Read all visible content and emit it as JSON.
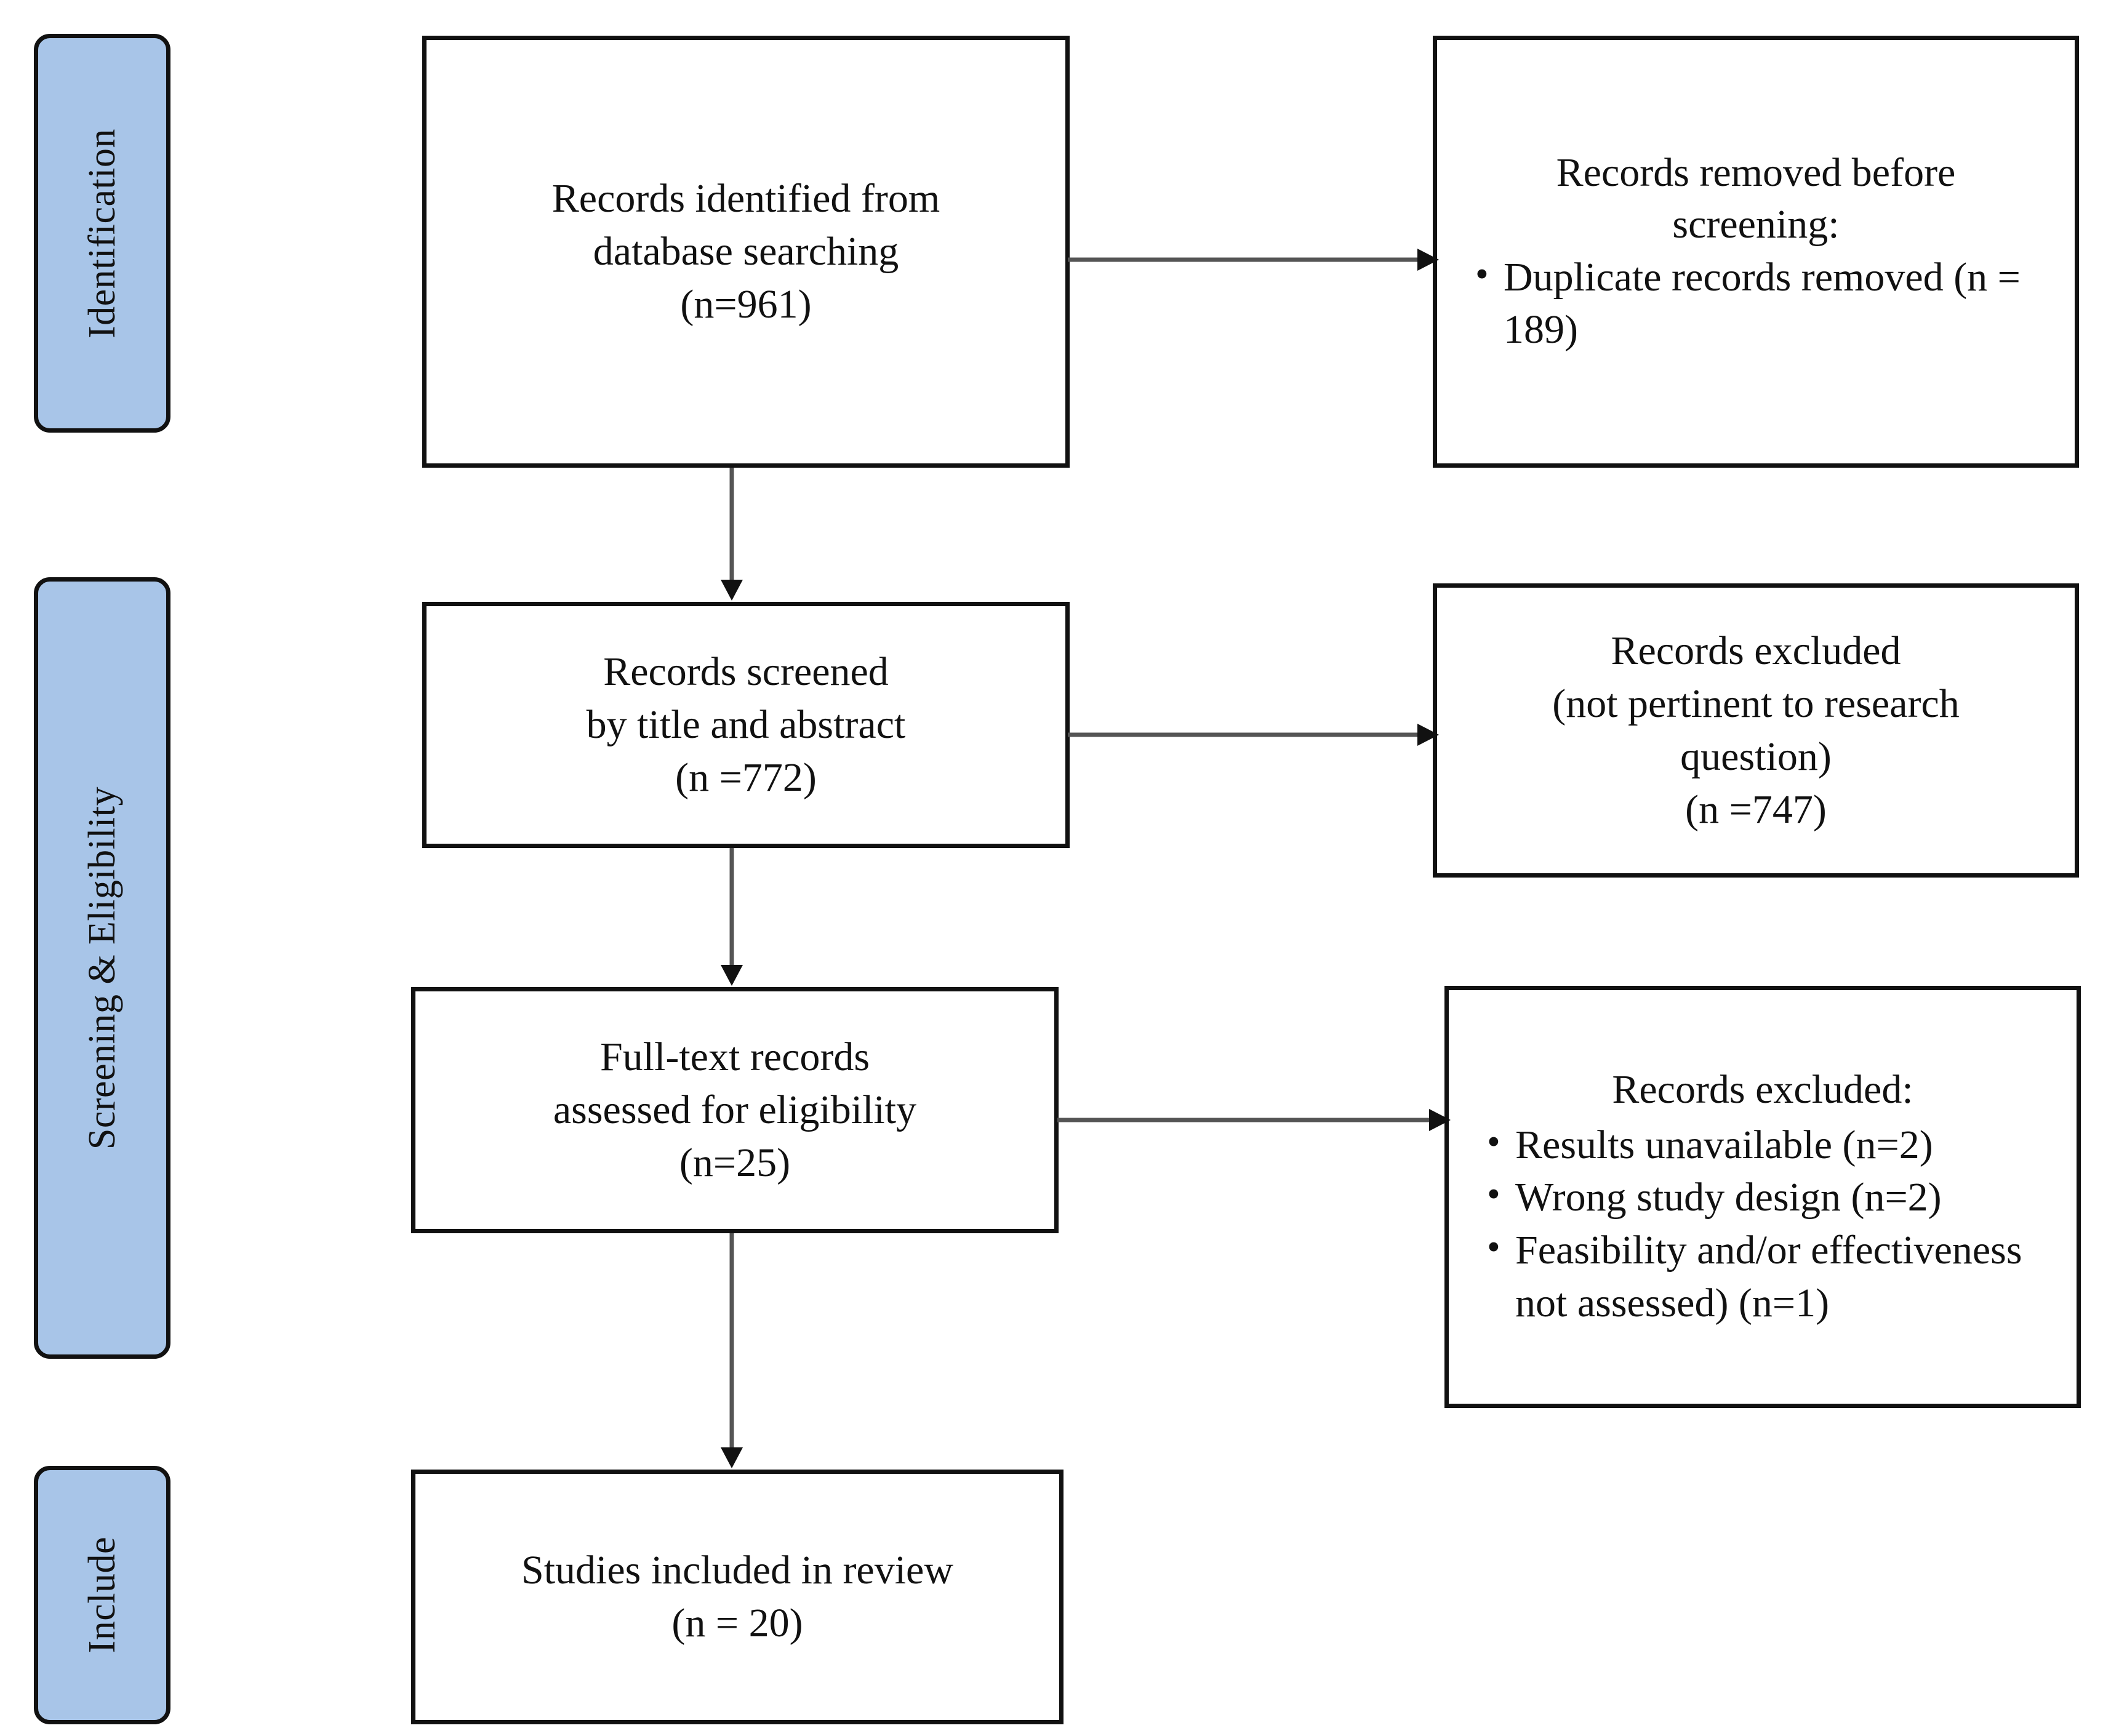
{
  "diagram": {
    "title": "PRISMA study selection flow diagram",
    "accent_color": "#a8c5e8",
    "line_color": "#111111"
  },
  "stages": [
    {
      "id": "identification",
      "label": "Identification"
    },
    {
      "id": "screening-eligibility",
      "label": "Screening & Eligibility"
    },
    {
      "id": "include",
      "label": "Include"
    }
  ],
  "boxes": {
    "identified": {
      "line1": "Records identified from",
      "line2": "database searching",
      "line3": "(n=961)",
      "count": 961
    },
    "removed_before_screening": {
      "heading_line1": "Records removed before",
      "heading_line2": "screening:",
      "bullets": [
        "Duplicate records removed  (n = 189)"
      ],
      "count": 189
    },
    "screened": {
      "line1": "Records screened",
      "line2": "by title and abstract",
      "line3": "(n =772)",
      "count": 772
    },
    "excluded_screening": {
      "line1": "Records excluded",
      "line2": "(not pertinent to research",
      "line3": "question)",
      "line4": "(n =747)",
      "count": 747
    },
    "fulltext": {
      "line1": "Full-text records",
      "line2": "assessed for eligibility",
      "line3": "(n=25)",
      "count": 25
    },
    "excluded_eligibility": {
      "heading": "Records excluded:",
      "bullets": [
        "Results unavailable (n=2)",
        "Wrong study design (n=2)",
        "Feasibility and/or effectiveness not assessed) (n=1)"
      ],
      "counts": [
        2,
        2,
        1
      ]
    },
    "included": {
      "line1": "Studies included in review",
      "line2": "(n = 20)",
      "count": 20
    }
  }
}
